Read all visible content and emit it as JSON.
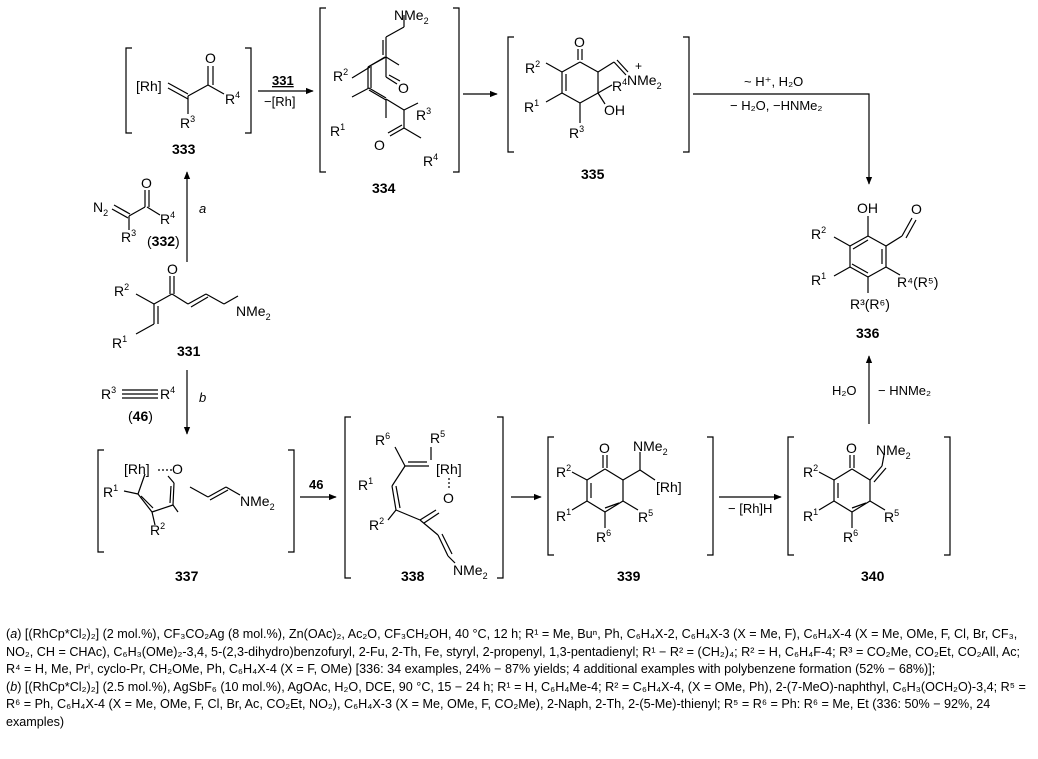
{
  "compounds": {
    "c333": "333",
    "c334": "334",
    "c335": "335",
    "c336": "336",
    "c331": "331",
    "c332": "332",
    "c46": "46",
    "c337": "337",
    "c338": "338",
    "c339": "339",
    "c340": "340"
  },
  "atoms": {
    "Rh": "[Rh]",
    "O": "O",
    "OH": "OH",
    "NMe2": "NMe",
    "R1": "R",
    "R2": "R",
    "R3": "R",
    "R4": "R",
    "R5": "R",
    "R6": "R",
    "N2": "N",
    "plus": "+",
    "R4R5": "R⁴(R⁵)",
    "R3R6": "R³(R⁶)"
  },
  "arrows": {
    "a_above": "331",
    "a_below": "−[Rh]",
    "b_above": "~ H⁺, H₂O",
    "b_below": "− H₂O, −HNMe₂",
    "path_a": "a",
    "path_b": "b",
    "r46": "46",
    "rh_h": "− [Rh]H",
    "h2o": "H₂O",
    "hnme2": "− HNMe₂"
  },
  "notes": {
    "a_tag": "a",
    "a_text": " [(RhCp*Cl₂)₂] (2 mol.%), CF₃CO₂Ag (8 mol.%), Zn(OAc)₂, Ac₂O, CF₃CH₂OH, 40 °C, 12 h; R¹ = Me, Buⁿ, Ph, C₆H₄X-2, C₆H₄X-3 (X = Me, F), C₆H₄X-4 (X = Me, OMe, F, Cl, Br, CF₃, NO₂, CH = CHAc), C₆H₃(OMe)₂-3,4, 5-(2,3-dihydro)benzofuryl, 2-Fu, 2-Th, Fe, styryl, 2-propenyl, 1,3-pentadienyl; R¹ − R² = (CH₂)₄; R² = H, C₆H₄F-4; R³ = CO₂Me, CO₂Et, CO₂All, Ac; R⁴ = H, Me, Prⁱ, cyclo-Pr, CH₂OMe, Ph, C₆H₄X-4 (X = F, OMe) [336: 34 examples, 24% − 87% yields; 4 additional examples with polybenzene formation (52% − 68%)];",
    "b_tag": "b",
    "b_text": " [(RhCp*Cl₂)₂] (2.5 mol.%), AgSbF₆ (10 mol.%), AgOAc, H₂O, DCE, 90 °C, 15 − 24 h; R¹ = H, C₆H₄Me-4; R² = C₆H₄X-4, (X = OMe, Ph), 2-(7-MeO)-naphthyl, C₆H₃(OCH₂O)-3,4; R⁵ = R⁶ = Ph, C₆H₄X-4 (X = Me, OMe, F, Cl, Br, Ac, CO₂Et, NO₂), C₆H₄X-3 (X = Me, OMe, F, CO₂Me), 2-Naph, 2-Th, 2-(5-Me)-thienyl; R⁵ = R⁶ = Ph: R⁶ = Me, Et (336: 50% − 92%, 24 examples)"
  }
}
